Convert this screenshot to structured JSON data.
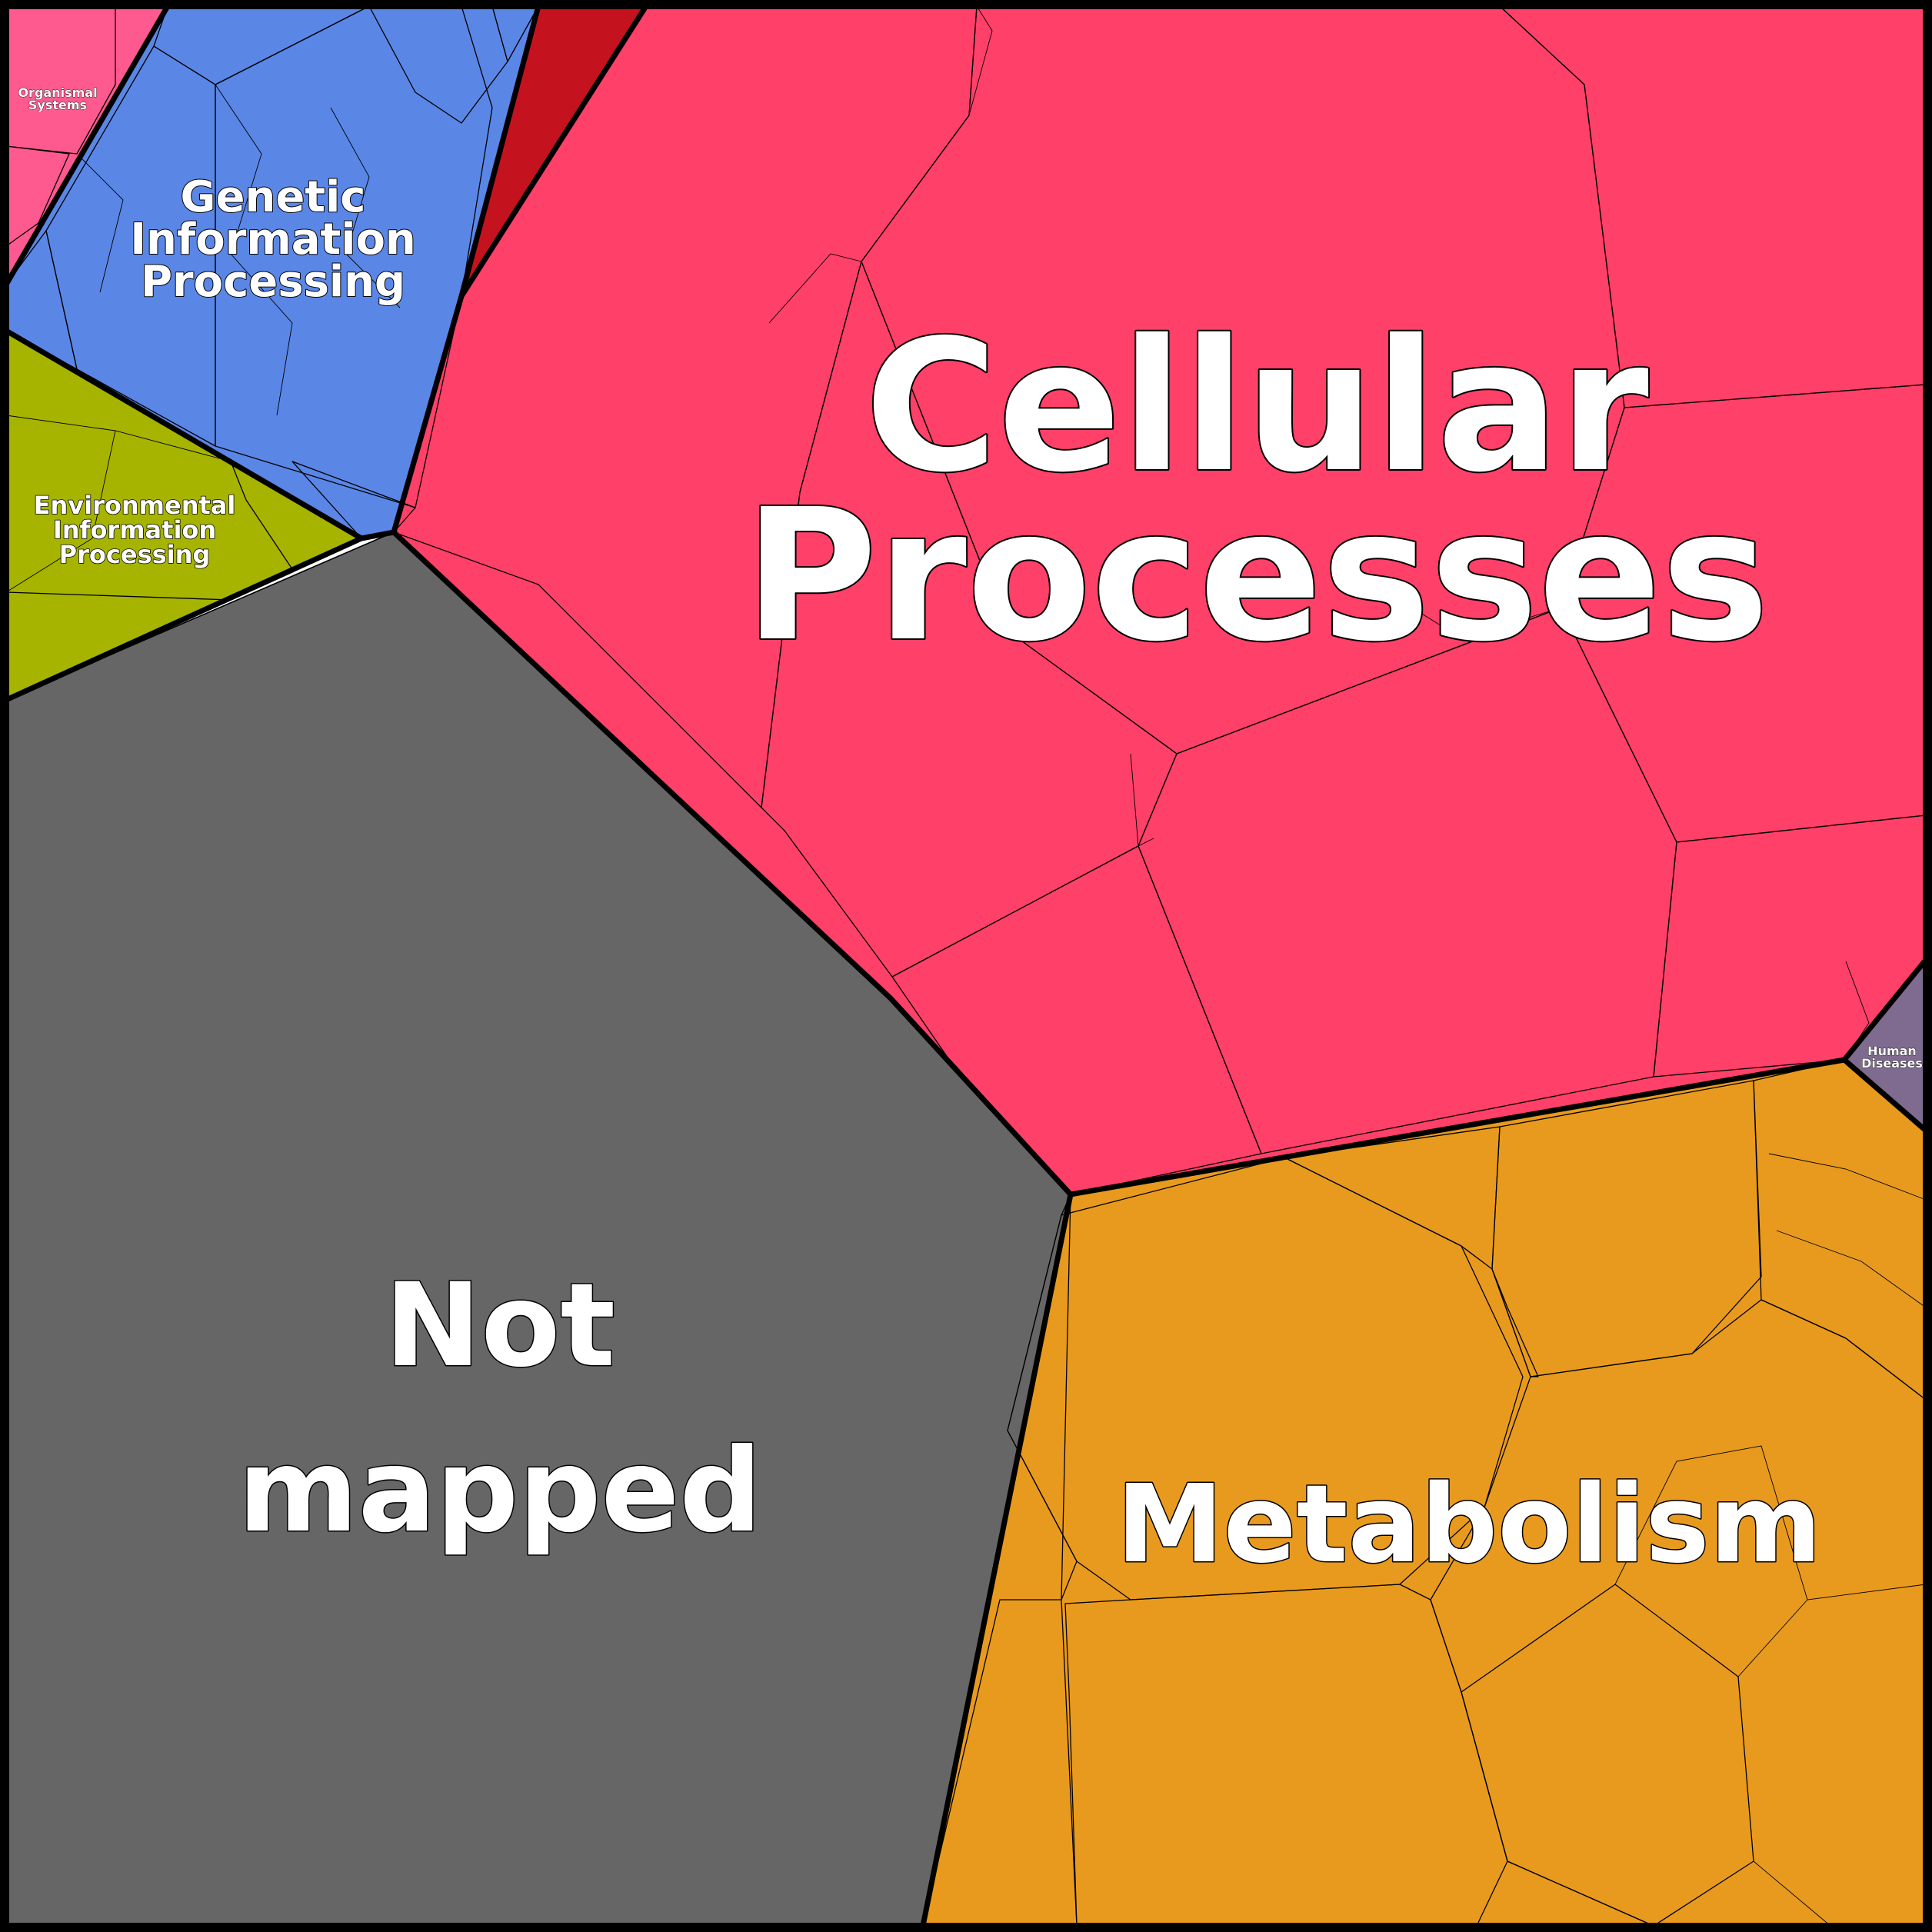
{
  "title": "",
  "categories": [
    {
      "key": "cellular",
      "label_lines": [
        "Cellular",
        "Processes"
      ],
      "color": "#FF3F6B"
    },
    {
      "key": "not_mapped",
      "label_lines": [
        "Not",
        "mapped"
      ],
      "color": "#666666"
    },
    {
      "key": "metabolism",
      "label_lines": [
        "Metabolism"
      ],
      "color": "#F5A623"
    },
    {
      "key": "genetic",
      "label_lines": [
        "Genetic",
        "Information",
        "Processing"
      ],
      "color": "#5A86E6"
    },
    {
      "key": "environmental",
      "label_lines": [
        "Environmental",
        "Information",
        "Processing"
      ],
      "color": "#A6B400"
    },
    {
      "key": "organismal",
      "label_lines": [
        "Organismal",
        "Systems"
      ],
      "color": "#FF5A90"
    },
    {
      "key": "human_diseases",
      "label_lines": [
        "Human",
        "Diseases"
      ],
      "color": "#7E6B8F"
    }
  ]
}
